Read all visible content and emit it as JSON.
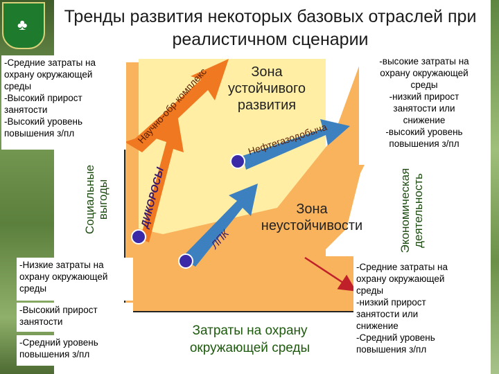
{
  "title": "Тренды развития некоторых базовых отраслей при реалистичном сценарии",
  "axes": {
    "y_label": "Социальные\nвыгоды",
    "x_label": "Затраты на охрану\nокружающей среды",
    "right_label": "Экономическая\nдеятельность"
  },
  "zones": {
    "sustainable": "Зона\nустойчивого\nразвития",
    "unsustainable": "Зона\nнеустойчивости"
  },
  "arrows": [
    {
      "label": "Научно-обр комплекс",
      "color": "#f07820"
    },
    {
      "label": "ДИКОРОСЫ",
      "color": "#f07820"
    },
    {
      "label": "ЛПК",
      "color": "#3d80c0"
    },
    {
      "label": "Нефтегазодобыча",
      "color": "#3d80c0"
    }
  ],
  "boxes": {
    "top_left": "-Средние затраты на\nохрану окружающей\nсреды\n-Высокий прирост\nзанятости\n-Высокий уровень\nповышения з/пл",
    "top_right": "-высокие затраты на\nохрану окружающей\nсреды\n-низкий прирост\nзанятости или\nснижение\n-высокий уровень\nповышения з/пл",
    "bottom_left_1": "-Низкие затраты на\nохрану окружающей\nсреды",
    "bottom_left_2": "-Высокий прирост\nзанятости",
    "bottom_left_3": "-Средний уровень\nповышения з/пл",
    "bottom_right": "-Средние затраты на\nохрану окружающей\nсреды\n-низкий прирост\nзанятости или\nснижение\n-Средний уровень\nповышения з/пл"
  },
  "colors": {
    "orange_zone": "#f8b35c",
    "yellow_zone": "#ffeea4",
    "arrow_orange": "#f07820",
    "arrow_blue": "#3d80c0",
    "pointer": "#c0202a"
  }
}
